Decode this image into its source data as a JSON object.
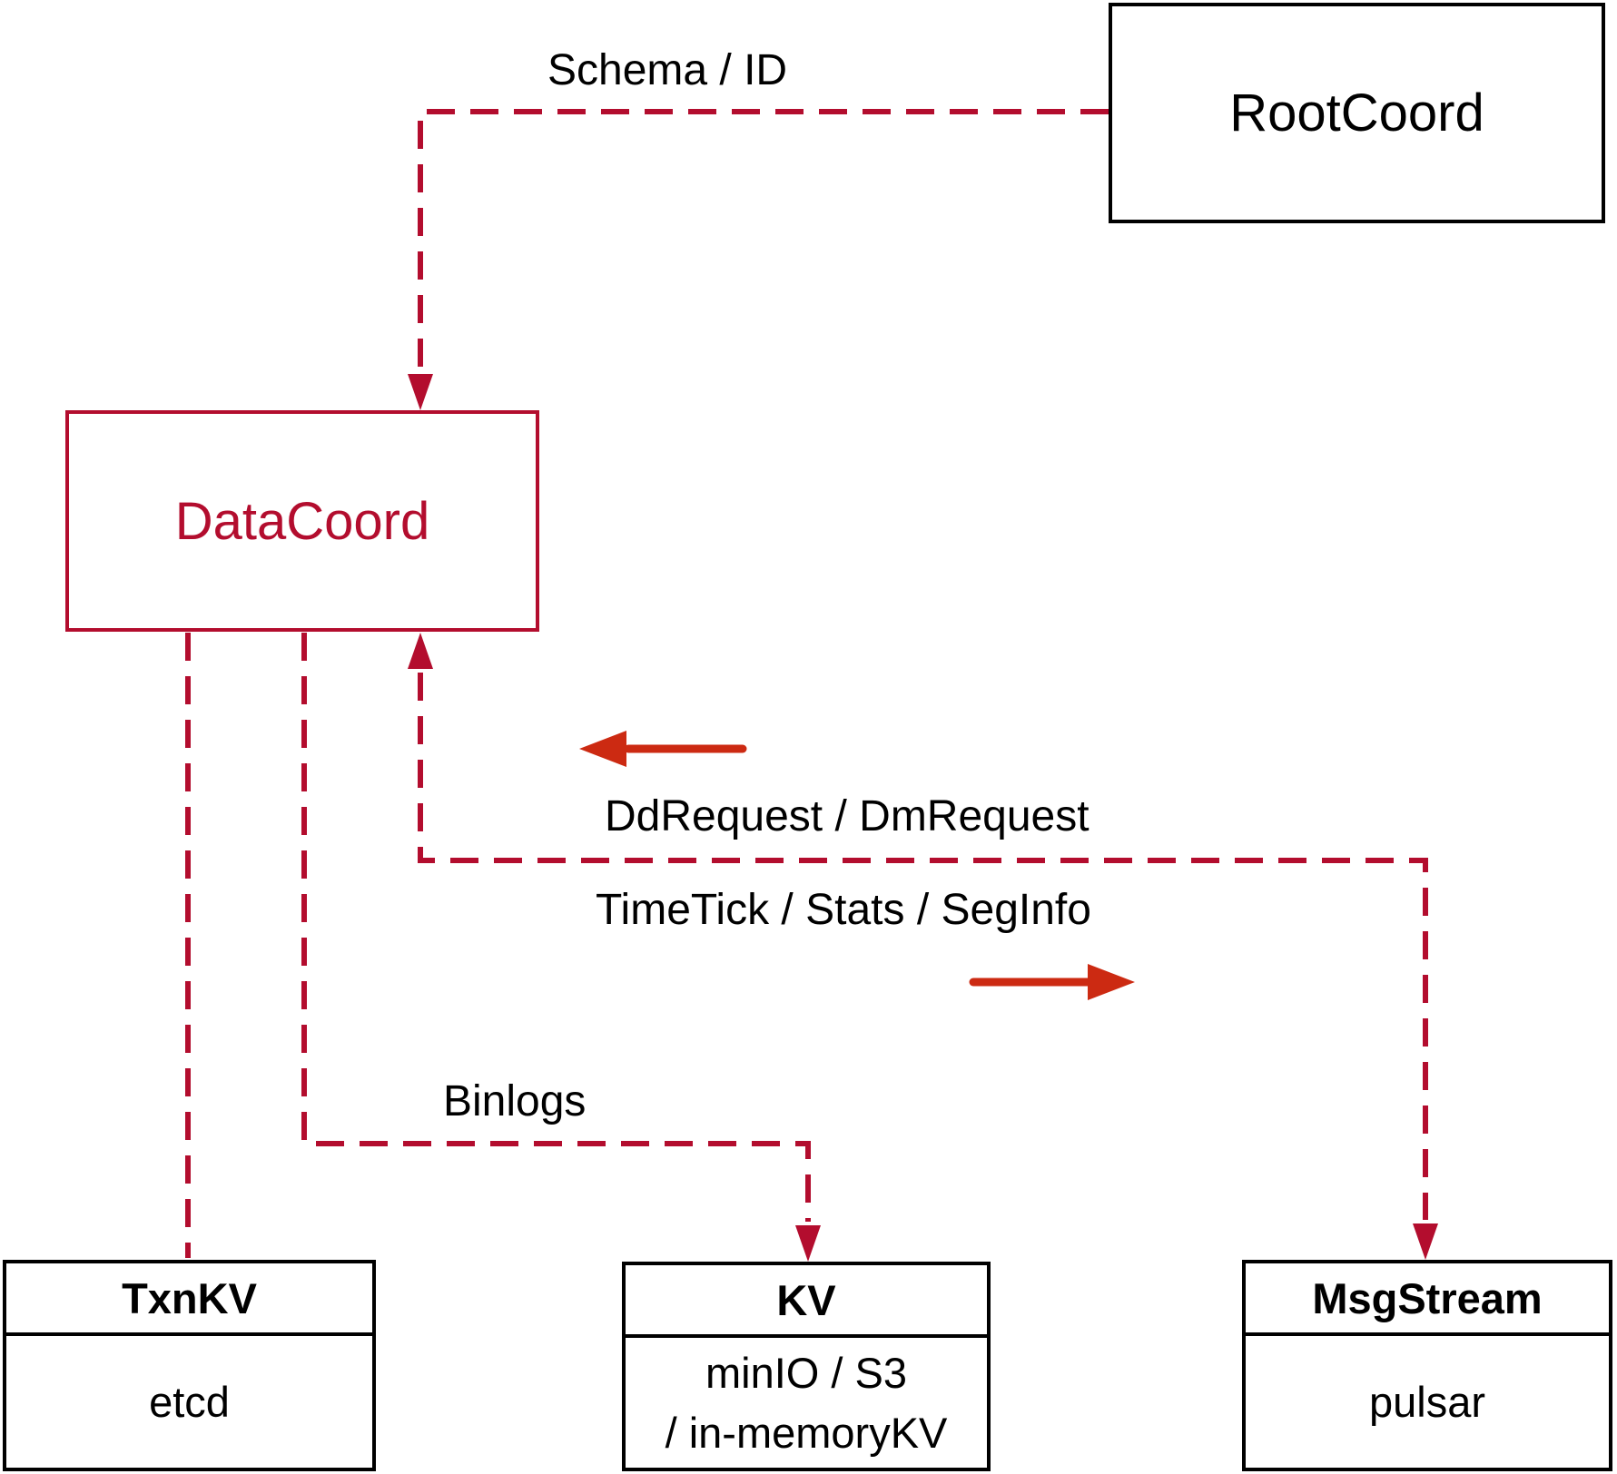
{
  "nodes": {
    "root_coord": {
      "label": "RootCoord"
    },
    "data_coord": {
      "label": "DataCoord"
    },
    "txn_kv": {
      "title": "TxnKV",
      "body": "etcd"
    },
    "kv": {
      "title": "KV",
      "body_line1": "minIO / S3",
      "body_line2": "/ in-memoryKV"
    },
    "msg_stream": {
      "title": "MsgStream",
      "body": "pulsar"
    }
  },
  "edge_labels": {
    "schema_id": "Schema / ID",
    "dd_dm_request": "DdRequest / DmRequest",
    "timetick_stats_seginfo": "TimeTick / Stats / SegInfo",
    "binlogs": "Binlogs"
  },
  "colors": {
    "dashed_connector_red": "#b30d2e",
    "solid_arrow_red": "#cc2a12",
    "box_border_black": "#000000",
    "background": "#ffffff"
  }
}
